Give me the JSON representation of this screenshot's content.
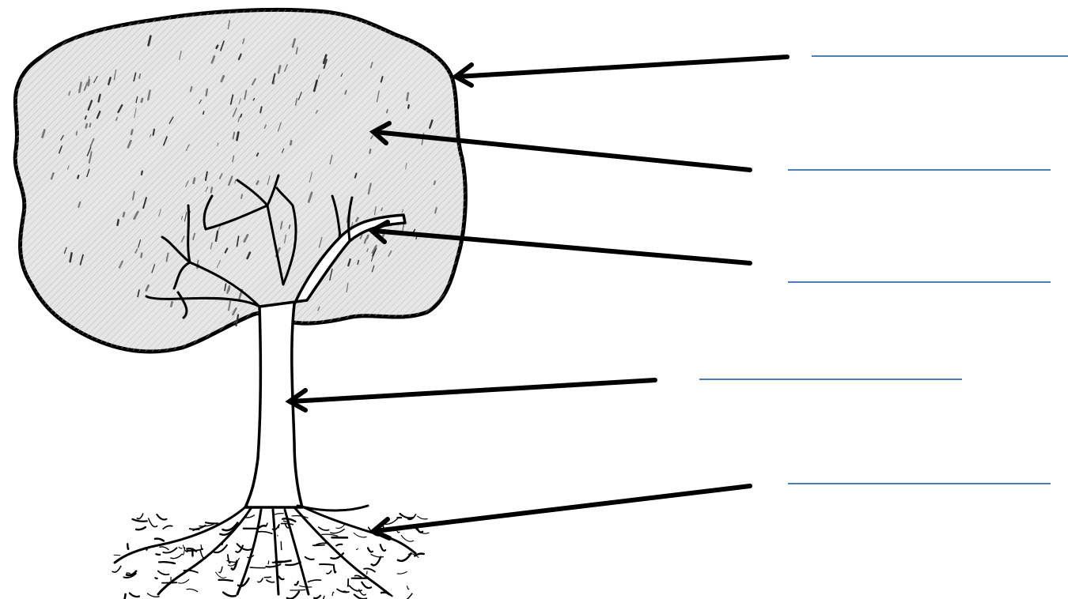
{
  "colors": {
    "answer_line": "#4a7ebb",
    "ink": "#000000",
    "foliage_fill": "#e4e4e4",
    "trunk_fill": "#ffffff"
  },
  "labels": [
    {
      "part": "crown",
      "value": ""
    },
    {
      "part": "leaves",
      "value": ""
    },
    {
      "part": "branches",
      "value": ""
    },
    {
      "part": "trunk",
      "value": ""
    },
    {
      "part": "roots",
      "value": ""
    }
  ]
}
